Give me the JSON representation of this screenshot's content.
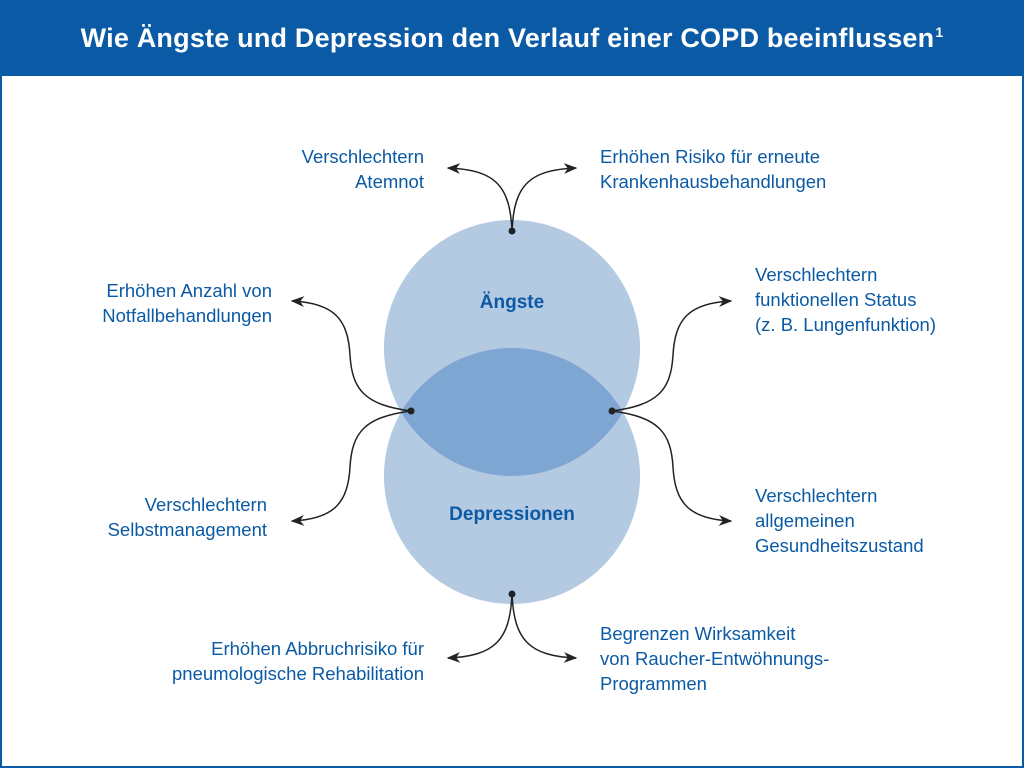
{
  "title": "Wie Ängste und Depression den Verlauf einer COPD beeinflussen",
  "title_sup": "1",
  "circles": {
    "top": "Ängste",
    "bottom": "Depressionen"
  },
  "effects": {
    "top_left": [
      "Verschlechtern",
      "Atemnot"
    ],
    "top_right": [
      "Erhöhen Risiko für erneute",
      "Krankenhausbehandlungen"
    ],
    "mid_left_upper": [
      "Erhöhen Anzahl von",
      "Notfallbehandlungen"
    ],
    "mid_right_upper": [
      "Verschlechtern",
      "funktionellen Status",
      "(z. B. Lungenfunktion)"
    ],
    "mid_left_lower": [
      "Verschlechtern",
      "Selbstmanagement"
    ],
    "mid_right_lower": [
      "Verschlechtern",
      "allgemeinen",
      "Gesundheitszustand"
    ],
    "bottom_left": [
      "Erhöhen Abbruchrisiko für",
      "pneumologische Rehabilitation"
    ],
    "bottom_right": [
      "Begrenzen Wirksamkeit",
      "von Raucher-Entwöhnungs-",
      "Programmen"
    ]
  },
  "colors": {
    "primary_blue": "#0b5aa5",
    "circle_fill": "#b4c9e2",
    "overlap_fill": "#7fa6d2",
    "arrow": "#222222"
  }
}
